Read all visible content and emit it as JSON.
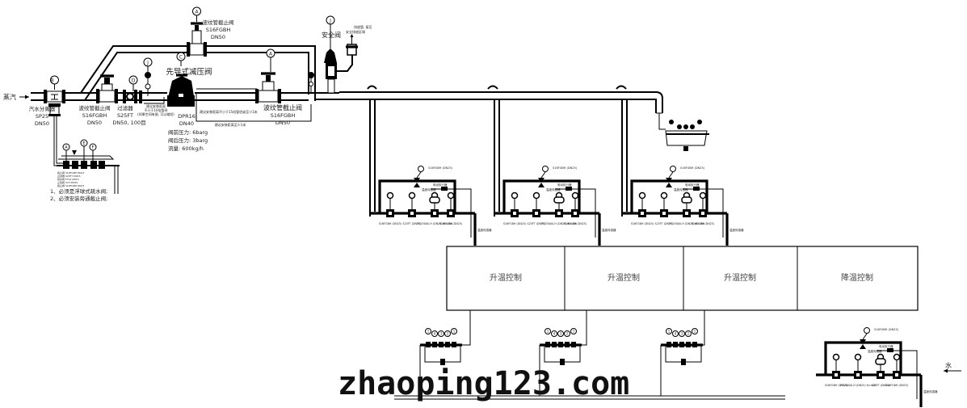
{
  "title": "蒸汽减压及温控系统管道流程图",
  "inlet": {
    "steam_label": "蒸汽",
    "water_label": "水"
  },
  "separator": {
    "tag": "B",
    "name": "汽水分离器",
    "model": "SP25",
    "size": "DN50"
  },
  "main_valve_1": {
    "tag": "A",
    "name": "波纹管截止阀",
    "model": "S16FGBH",
    "size": "DN50"
  },
  "bypass_valve": {
    "tag": "A",
    "name": "波纹管截止阀",
    "model": "S16FGBH",
    "size": "DN50"
  },
  "strainer": {
    "tag": "D",
    "name": "过滤器",
    "model": "S25FT",
    "spec": "DN50, 100目"
  },
  "gauge_tag": "J",
  "straight_note": {
    "line1": "建议安装距离",
    "line2": "不小于10倍管径",
    "line3": "(如果空间有限, 可以缩短)"
  },
  "prv": {
    "tag": "C",
    "name": "先导式减压阀",
    "model": "DPR16",
    "size": "DN40",
    "inlet_pressure": "阀前压力: 6barg",
    "outlet_pressure": "阀后压力: 3barg",
    "flow": "流量: 600kg/h"
  },
  "downstream_note_1": "建议安装距离不小于15倍管径或至少1米",
  "downstream_note_2": "建议安装距离至少1米",
  "main_valve_2": {
    "tag": "A",
    "name": "波纹管截止阀",
    "model": "S16FGBH",
    "size": "DN50"
  },
  "safety_valve": {
    "tag": "J",
    "name": "安全阀",
    "vent_note_1": "排放管, 接至",
    "vent_note_2": "安全排放区域"
  },
  "trap_set_labels": [
    "截止阀 S16FGBH DN15",
    "过滤器 S25FT DN15",
    "疏水阀 FT14 DN15",
    "止回阀 CV3 DN15",
    "截止阀 S16FGBH DN15"
  ],
  "trap_set_tags": [
    "A",
    "E",
    "F"
  ],
  "notes": [
    "1、必须是浮球式疏水阀;",
    "2、必须安装旁通截止阀;"
  ],
  "control_units": [
    {
      "bypass": "S16FGBH (DN25)",
      "sensor": "温度传感器",
      "actuator": "电动执行器",
      "valves": [
        "S16FGBH (DN25)",
        "S25FT (DN25)",
        "PCV3000-H (DN25) Kv=16",
        "S16FGBH (DN25)"
      ],
      "signal": "温度传感器",
      "label": "升温控制"
    },
    {
      "bypass": "S16FGBH (DN25)",
      "sensor": "温度传感器",
      "actuator": "电动执行器",
      "valves": [
        "S16FGBH (DN25)",
        "S25FT (DN25)",
        "PCV3000-H (DN25) Kv=16",
        "S16FGBH (DN25)"
      ],
      "signal": "温度传感器",
      "label": "升温控制"
    },
    {
      "bypass": "S16FGBH (DN25)",
      "sensor": "温度传感器",
      "actuator": "电动执行器",
      "valves": [
        "S16FGBH (DN25)",
        "S25FT (DN25)",
        "PCV3000-H (DN25) Kv=16",
        "S16FGBH (DN25)"
      ],
      "signal": "温度传感器",
      "label": "升温控制"
    },
    {
      "bypass": "S16FGBH (DN25)",
      "sensor": "温度传感器",
      "actuator": "电动执行器",
      "valves": [
        "S16FGBH (DN25)",
        "PCV3000-H (DN25) Kv=16",
        "S25FT (DN25)",
        "S16FGBH (DN25)"
      ],
      "signal": "温度传感器",
      "label": "降温控制"
    }
  ],
  "process_boxes": [
    "升温控制",
    "升温控制",
    "升温控制",
    "降温控制"
  ],
  "return_trap_tags": [
    "1",
    "4",
    "3",
    "2",
    "1"
  ],
  "watermark": "zhaoping123.com"
}
